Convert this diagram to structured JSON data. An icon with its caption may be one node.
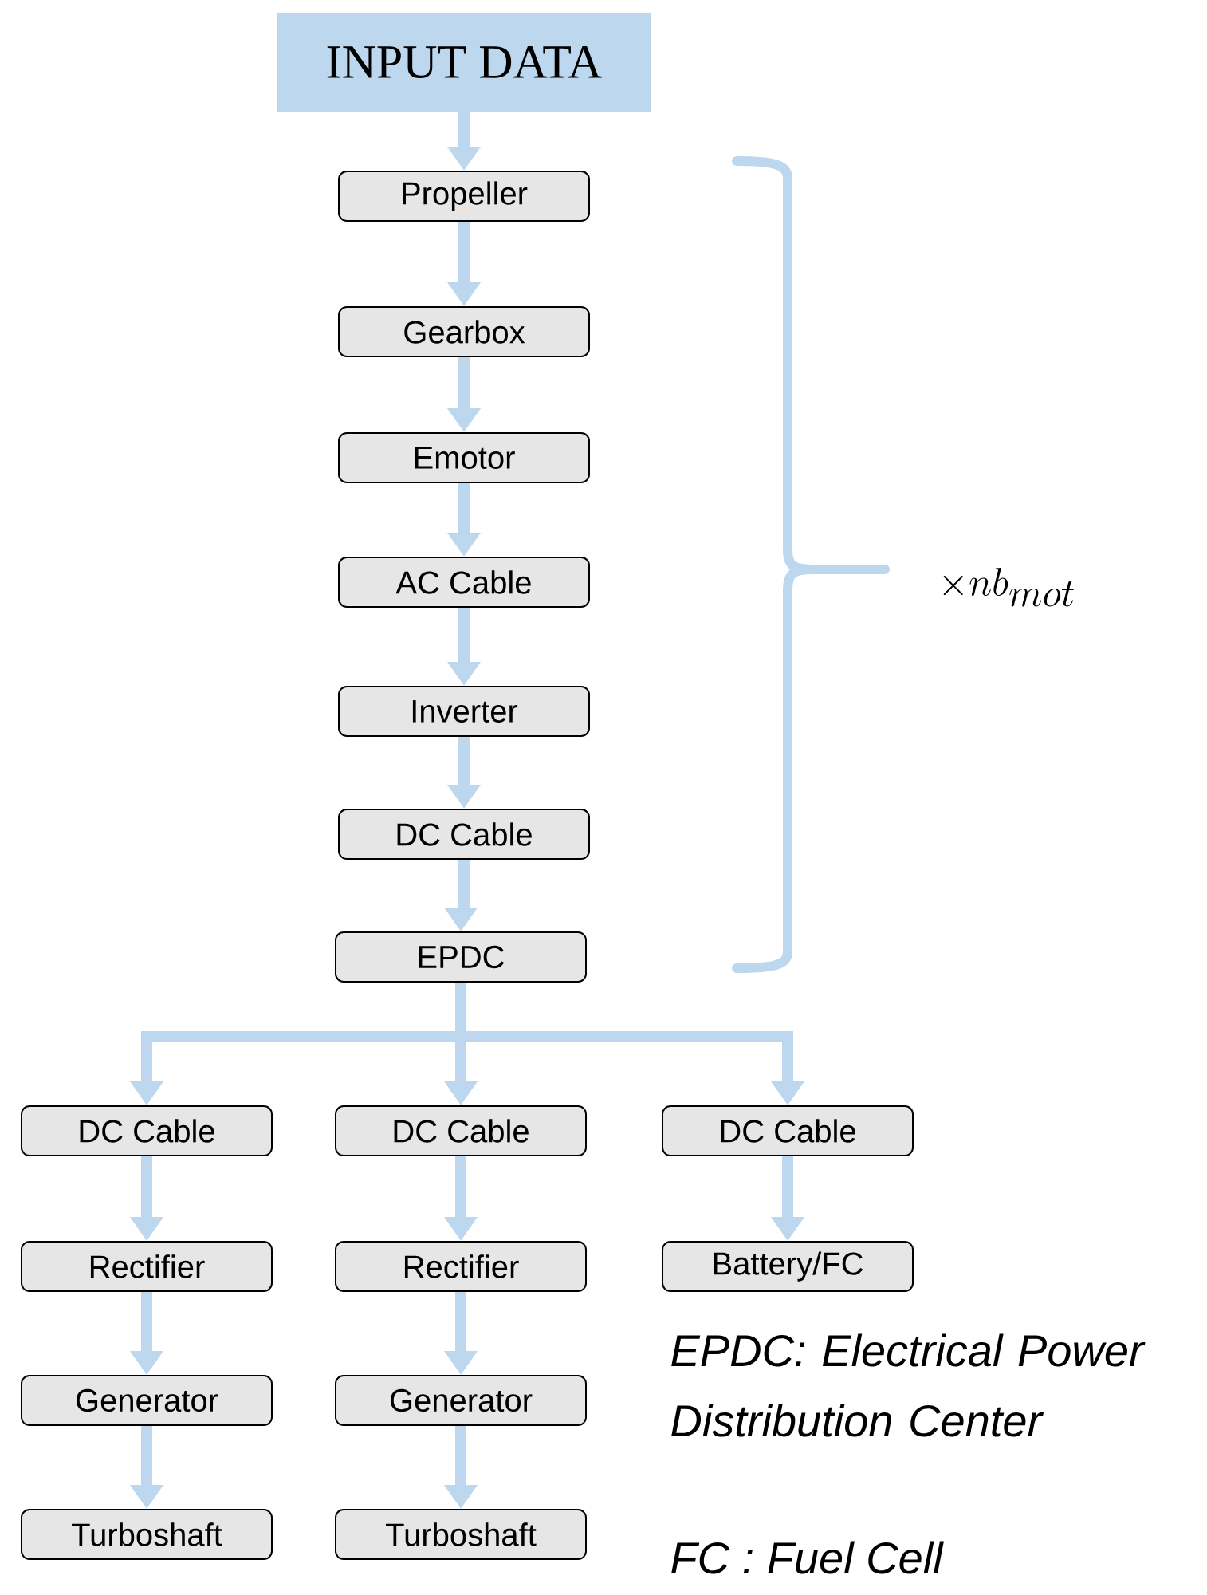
{
  "diagram": {
    "nodes": [
      {
        "text": [
          "INPUT DATA"
        ]
      },
      {
        "text": [
          "Propeller"
        ]
      },
      {
        "text": [
          "Gearbox"
        ]
      },
      {
        "text": [
          "Emotor"
        ]
      },
      {
        "text": [
          "AC Cable"
        ]
      },
      {
        "text": [
          "Inverter"
        ]
      },
      {
        "text": [
          "DC Cable"
        ]
      },
      {
        "text": [
          "EPDC"
        ]
      },
      {
        "text": [
          "DC Cable"
        ]
      },
      {
        "text": [
          "DC Cable"
        ]
      },
      {
        "text": [
          "DC Cable"
        ]
      },
      {
        "text": [
          "Rectifier"
        ]
      },
      {
        "text": [
          "Rectifier"
        ]
      },
      {
        "text": [
          "Battery/FC"
        ]
      },
      {
        "text": [
          "Generator"
        ]
      },
      {
        "text": [
          "Generator"
        ]
      },
      {
        "text": [
          "Turboshaft"
        ]
      },
      {
        "text": [
          "Turboshaft"
        ]
      }
    ],
    "edges": [
      {
        "from": 0,
        "to": 1,
        "arrow": "to"
      },
      {
        "from": 1,
        "to": 2,
        "arrow": "to"
      },
      {
        "from": 2,
        "to": 3,
        "arrow": "to"
      },
      {
        "from": 3,
        "to": 4,
        "arrow": "to"
      },
      {
        "from": 4,
        "to": 5,
        "arrow": "to"
      },
      {
        "from": 5,
        "to": 6,
        "arrow": "to"
      },
      {
        "from": 6,
        "to": 7,
        "arrow": "to"
      },
      {
        "from": 7,
        "to": 8,
        "arrow": "to"
      },
      {
        "from": 7,
        "to": 9,
        "arrow": "to"
      },
      {
        "from": 7,
        "to": 10,
        "arrow": "to"
      },
      {
        "from": 8,
        "to": 11,
        "arrow": "to"
      },
      {
        "from": 11,
        "to": 14,
        "arrow": "to"
      },
      {
        "from": 14,
        "to": 16,
        "arrow": "to"
      },
      {
        "from": 9,
        "to": 12,
        "arrow": "to"
      },
      {
        "from": 12,
        "to": 15,
        "arrow": "to"
      },
      {
        "from": 15,
        "to": 17,
        "arrow": "to"
      },
      {
        "from": 10,
        "to": 13,
        "arrow": "to"
      }
    ],
    "labels": [
      "\\times nb_{mot}",
      "EPDC: Electrical Power Distribution Center",
      "FC : Fuel Cell"
    ]
  }
}
